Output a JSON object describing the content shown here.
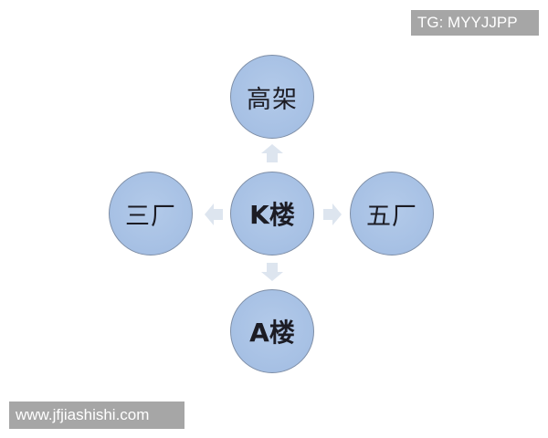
{
  "watermarks": {
    "top_right": "TG: MYYJJPP",
    "bottom_left": "www.jfjiashishi.com"
  },
  "diagram": {
    "center": {
      "label": "K楼"
    },
    "nodes": {
      "top": {
        "label": "高架"
      },
      "left": {
        "label": "三厂"
      },
      "right": {
        "label": "五厂"
      },
      "bottom": {
        "label": "A楼"
      }
    },
    "arrows": [
      "up",
      "left",
      "right",
      "down"
    ]
  },
  "colors": {
    "node_fill": "#a6c0e4",
    "node_border": "#7e8ea6",
    "arrow_fill": "#dde5ef",
    "watermark_bg": "#a6a6a6"
  }
}
